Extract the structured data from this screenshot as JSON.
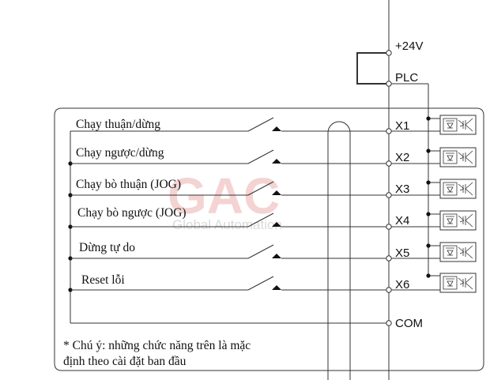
{
  "terminals": {
    "plus24v": "+24V",
    "plc": "PLC",
    "x1": "X1",
    "x2": "X2",
    "x3": "X3",
    "x4": "X4",
    "x5": "X5",
    "x6": "X6",
    "com": "COM"
  },
  "functions": [
    "Chạy thuận/dừng",
    "Chạy ngược/dừng",
    "Chạy bò thuận (JOG)",
    "Chạy bò ngược (JOG)",
    "Dừng tự do",
    "Reset lỗi"
  ],
  "note": {
    "line1": "* Chú ý: những chức năng trên là mặc",
    "line2": "định theo cài đặt ban đầu"
  },
  "watermark": {
    "logo": "GAC",
    "text": "Global Automation"
  },
  "icons": [
    "optocoupler-icon",
    "switch-icon",
    "terminal-icon"
  ]
}
